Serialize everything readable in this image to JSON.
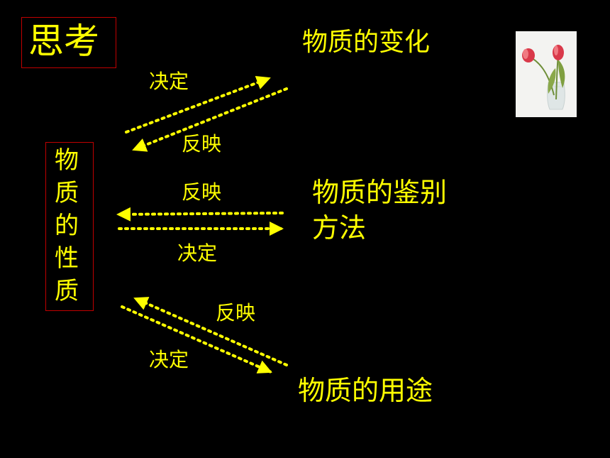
{
  "title": "思考",
  "center": "物质的性质",
  "targets": {
    "change": "物质的变化",
    "identify": "物质的鉴别方法",
    "uses": "物质的用途"
  },
  "labels": {
    "top_decide": "决定",
    "top_reflect": "反映",
    "mid_reflect": "反映",
    "mid_decide": "决定",
    "bot_reflect": "反映",
    "bot_decide": "决定"
  },
  "colors": {
    "text": "#ffff00",
    "box_border": "#c00000",
    "background": "#000000"
  }
}
